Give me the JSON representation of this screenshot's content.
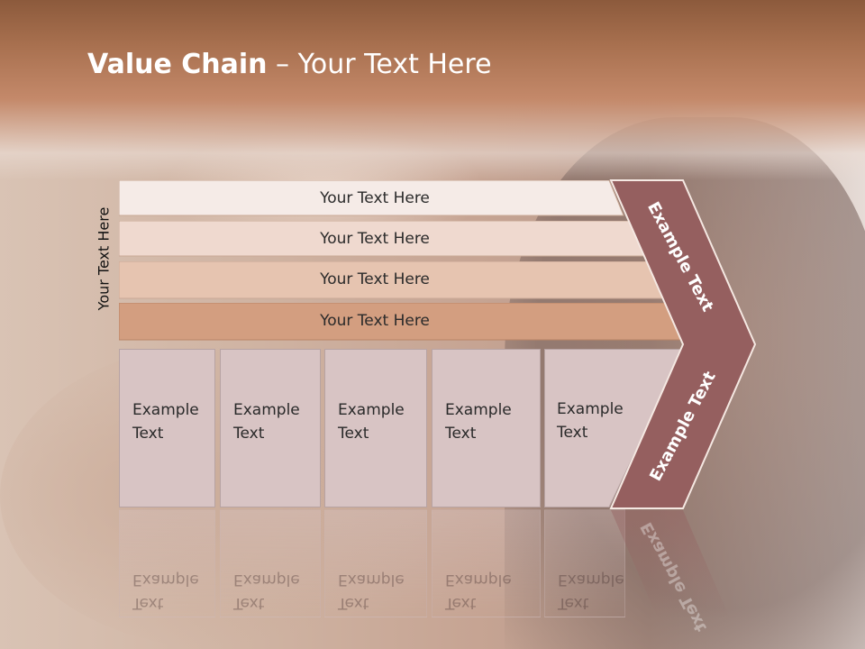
{
  "slide": {
    "title_bold": "Value Chain",
    "title_rest": " – Your Text Here",
    "side_label": "Your Text Here",
    "rows": [
      {
        "label": "Your Text Here",
        "color": "#f5ebe7"
      },
      {
        "label": "Your Text Here",
        "color": "#efd9cf"
      },
      {
        "label": "Your Text Here",
        "color": "#e6c4b0"
      },
      {
        "label": "Your Text Here",
        "color": "#d39e80"
      }
    ],
    "boxes": [
      {
        "line1": "Example",
        "line2": "Text"
      },
      {
        "line1": "Example",
        "line2": "Text"
      },
      {
        "line1": "Example",
        "line2": "Text"
      },
      {
        "line1": "Example",
        "line2": "Text"
      },
      {
        "line1": "Example",
        "line2": "Text"
      }
    ],
    "chevron_top_label": "Example Text",
    "chevron_bottom_label": "Example Text",
    "colors": {
      "chevron": "#955f5f",
      "box": "#d8c4c4",
      "header": "#a8704f"
    }
  }
}
